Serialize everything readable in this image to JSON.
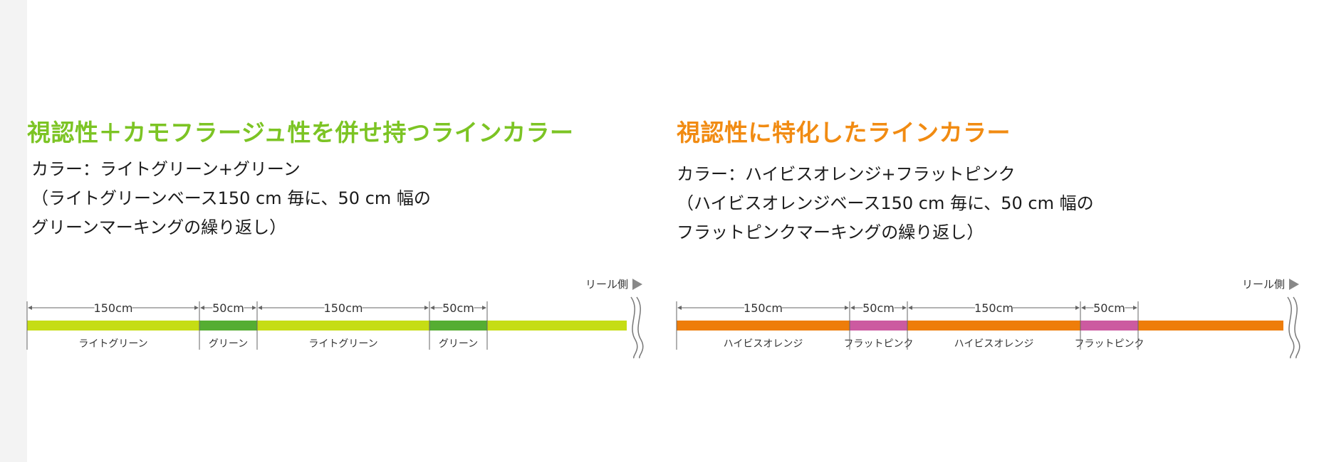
{
  "colors": {
    "green_heading": "#7cc424",
    "orange_heading": "#f18b12",
    "light_green": "#c5dd14",
    "green": "#55ad32",
    "orange": "#ee7d0a",
    "pink": "#cc5aa0",
    "line": "#666666"
  },
  "panels": [
    {
      "id": "left",
      "heading": "視認性＋カモフラージュ性を併せ持つラインカラー",
      "heading_color": "#7cc424",
      "desc": [
        "カラー：ライトグリーン+グリーン",
        "（ライトグリーンベース150 cm 毎に、50 cm 幅の",
        "グリーンマーキングの繰り返し）"
      ],
      "reel_label": "リール側",
      "icon": "right-triangle-icon",
      "segments": [
        {
          "dim": "150cm",
          "name": "ライトグリーン",
          "color": "#c5dd14",
          "length_cm": 150
        },
        {
          "dim": "50cm",
          "name": "グリーン",
          "color": "#55ad32",
          "length_cm": 50
        },
        {
          "dim": "150cm",
          "name": "ライトグリーン",
          "color": "#c5dd14",
          "length_cm": 150
        },
        {
          "dim": "50cm",
          "name": "グリーン",
          "color": "#55ad32",
          "length_cm": 50
        }
      ],
      "tail_color": "#c5dd14"
    },
    {
      "id": "right",
      "heading": "視認性に特化したラインカラー",
      "heading_color": "#f18b12",
      "desc": [
        "カラー：ハイビスオレンジ+フラットピンク",
        "（ハイビスオレンジベース150 cm 毎に、50 cm 幅の",
        "フラットピンクマーキングの繰り返し）"
      ],
      "reel_label": "リール側",
      "icon": "right-triangle-icon",
      "segments": [
        {
          "dim": "150cm",
          "name": "ハイビスオレンジ",
          "color": "#ee7d0a",
          "length_cm": 150
        },
        {
          "dim": "50cm",
          "name": "フラットピンク",
          "color": "#cc5aa0",
          "length_cm": 50
        },
        {
          "dim": "150cm",
          "name": "ハイビスオレンジ",
          "color": "#ee7d0a",
          "length_cm": 150
        },
        {
          "dim": "50cm",
          "name": "フラットピンク",
          "color": "#cc5aa0",
          "length_cm": 50
        }
      ],
      "tail_color": "#ee7d0a"
    }
  ]
}
